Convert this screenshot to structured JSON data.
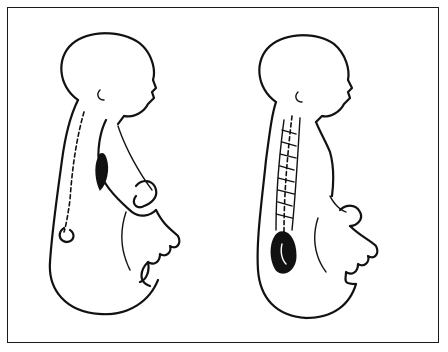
{
  "figure": {
    "panels": [
      {
        "id": "left",
        "subject": "infant-silhouette-seated",
        "mark": "dark-oval-at-upper-back"
      },
      {
        "id": "right",
        "subject": "infant-silhouette-seated",
        "mark": "hatched-column-along-spine-with-dark-oval-at-lower-back"
      }
    ],
    "colors": {
      "ink": "#111111",
      "background": "#ffffff",
      "border": "#1a1a1a"
    }
  }
}
